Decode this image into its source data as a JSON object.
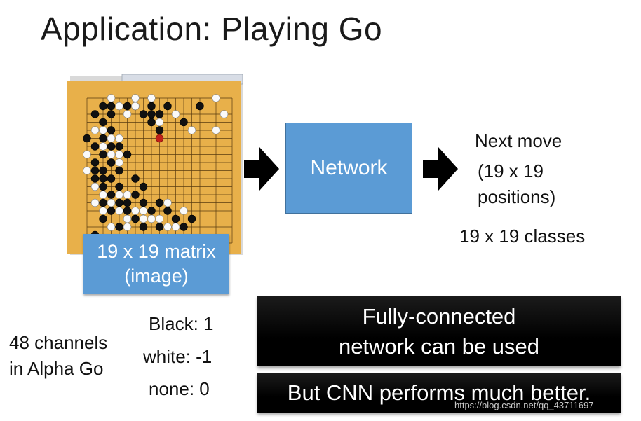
{
  "title": "Application: Playing Go",
  "board": {
    "caption_line1": "19 x 19 matrix",
    "caption_line2": "(image)",
    "board_color": "#e8b04a",
    "black_stones": [
      [
        2,
        1
      ],
      [
        3,
        1
      ],
      [
        5,
        1
      ],
      [
        6,
        1
      ],
      [
        8,
        1
      ],
      [
        10,
        1
      ],
      [
        1,
        2
      ],
      [
        3,
        2
      ],
      [
        7,
        2
      ],
      [
        9,
        2
      ],
      [
        2,
        3
      ],
      [
        8,
        3
      ],
      [
        3,
        4
      ],
      [
        9,
        4
      ],
      [
        0,
        5
      ],
      [
        2,
        5
      ],
      [
        1,
        6
      ],
      [
        3,
        6
      ],
      [
        2,
        7
      ],
      [
        5,
        7
      ],
      [
        1,
        8
      ],
      [
        3,
        8
      ],
      [
        1,
        9
      ],
      [
        2,
        9
      ],
      [
        4,
        9
      ],
      [
        1,
        10
      ],
      [
        2,
        10
      ],
      [
        3,
        10
      ],
      [
        2,
        11
      ],
      [
        4,
        11
      ],
      [
        3,
        12
      ],
      [
        6,
        12
      ],
      [
        2,
        13
      ],
      [
        4,
        13
      ],
      [
        5,
        13
      ],
      [
        7,
        13
      ],
      [
        9,
        13
      ],
      [
        3,
        14
      ],
      [
        5,
        14
      ],
      [
        8,
        14
      ],
      [
        2,
        15
      ],
      [
        6,
        15
      ],
      [
        11,
        15
      ],
      [
        13,
        15
      ],
      [
        4,
        16
      ],
      [
        7,
        16
      ],
      [
        9,
        16
      ],
      [
        12,
        16
      ],
      [
        1,
        17
      ],
      [
        4,
        6
      ],
      [
        6,
        10
      ],
      [
        7,
        11
      ],
      [
        10,
        14
      ],
      [
        8,
        2
      ],
      [
        12,
        3
      ],
      [
        14,
        1
      ]
    ],
    "white_stones": [
      [
        3,
        0
      ],
      [
        4,
        1
      ],
      [
        6,
        0
      ],
      [
        5,
        2
      ],
      [
        2,
        4
      ],
      [
        4,
        5
      ],
      [
        3,
        5
      ],
      [
        1,
        4
      ],
      [
        2,
        6
      ],
      [
        3,
        7
      ],
      [
        4,
        7
      ],
      [
        4,
        8
      ],
      [
        0,
        7
      ],
      [
        0,
        9
      ],
      [
        2,
        12
      ],
      [
        1,
        13
      ],
      [
        3,
        13
      ],
      [
        4,
        12
      ],
      [
        5,
        12
      ],
      [
        4,
        14
      ],
      [
        6,
        14
      ],
      [
        7,
        14
      ],
      [
        5,
        15
      ],
      [
        7,
        15
      ],
      [
        8,
        15
      ],
      [
        5,
        16
      ],
      [
        10,
        16
      ],
      [
        11,
        16
      ],
      [
        3,
        16
      ],
      [
        9,
        15
      ],
      [
        10,
        13
      ],
      [
        12,
        14
      ],
      [
        6,
        1
      ],
      [
        8,
        0
      ],
      [
        9,
        3
      ],
      [
        11,
        2
      ],
      [
        13,
        4
      ],
      [
        16,
        0
      ],
      [
        17,
        2
      ],
      [
        16,
        4
      ],
      [
        2,
        14
      ],
      [
        1,
        11
      ]
    ],
    "red_stones": [
      [
        9,
        5
      ]
    ]
  },
  "network_label": "Network",
  "output": {
    "line1": "Next move",
    "line2": "(19 x 19",
    "line3": "positions)",
    "classes": "19 x 19 classes"
  },
  "channels": {
    "line1": "48 channels",
    "line2": "in Alpha Go"
  },
  "encoding": {
    "black": "Black: 1",
    "white": "white: -1",
    "none": "none: 0"
  },
  "fc_box": {
    "line1": "Fully-connected",
    "line2": "network can be used"
  },
  "cnn_box": "But CNN performs much better.",
  "watermark": "https://blog.csdn.net/qq_43711697",
  "colors": {
    "box_blue": "#5b9bd5",
    "black_bar": "#000000"
  }
}
